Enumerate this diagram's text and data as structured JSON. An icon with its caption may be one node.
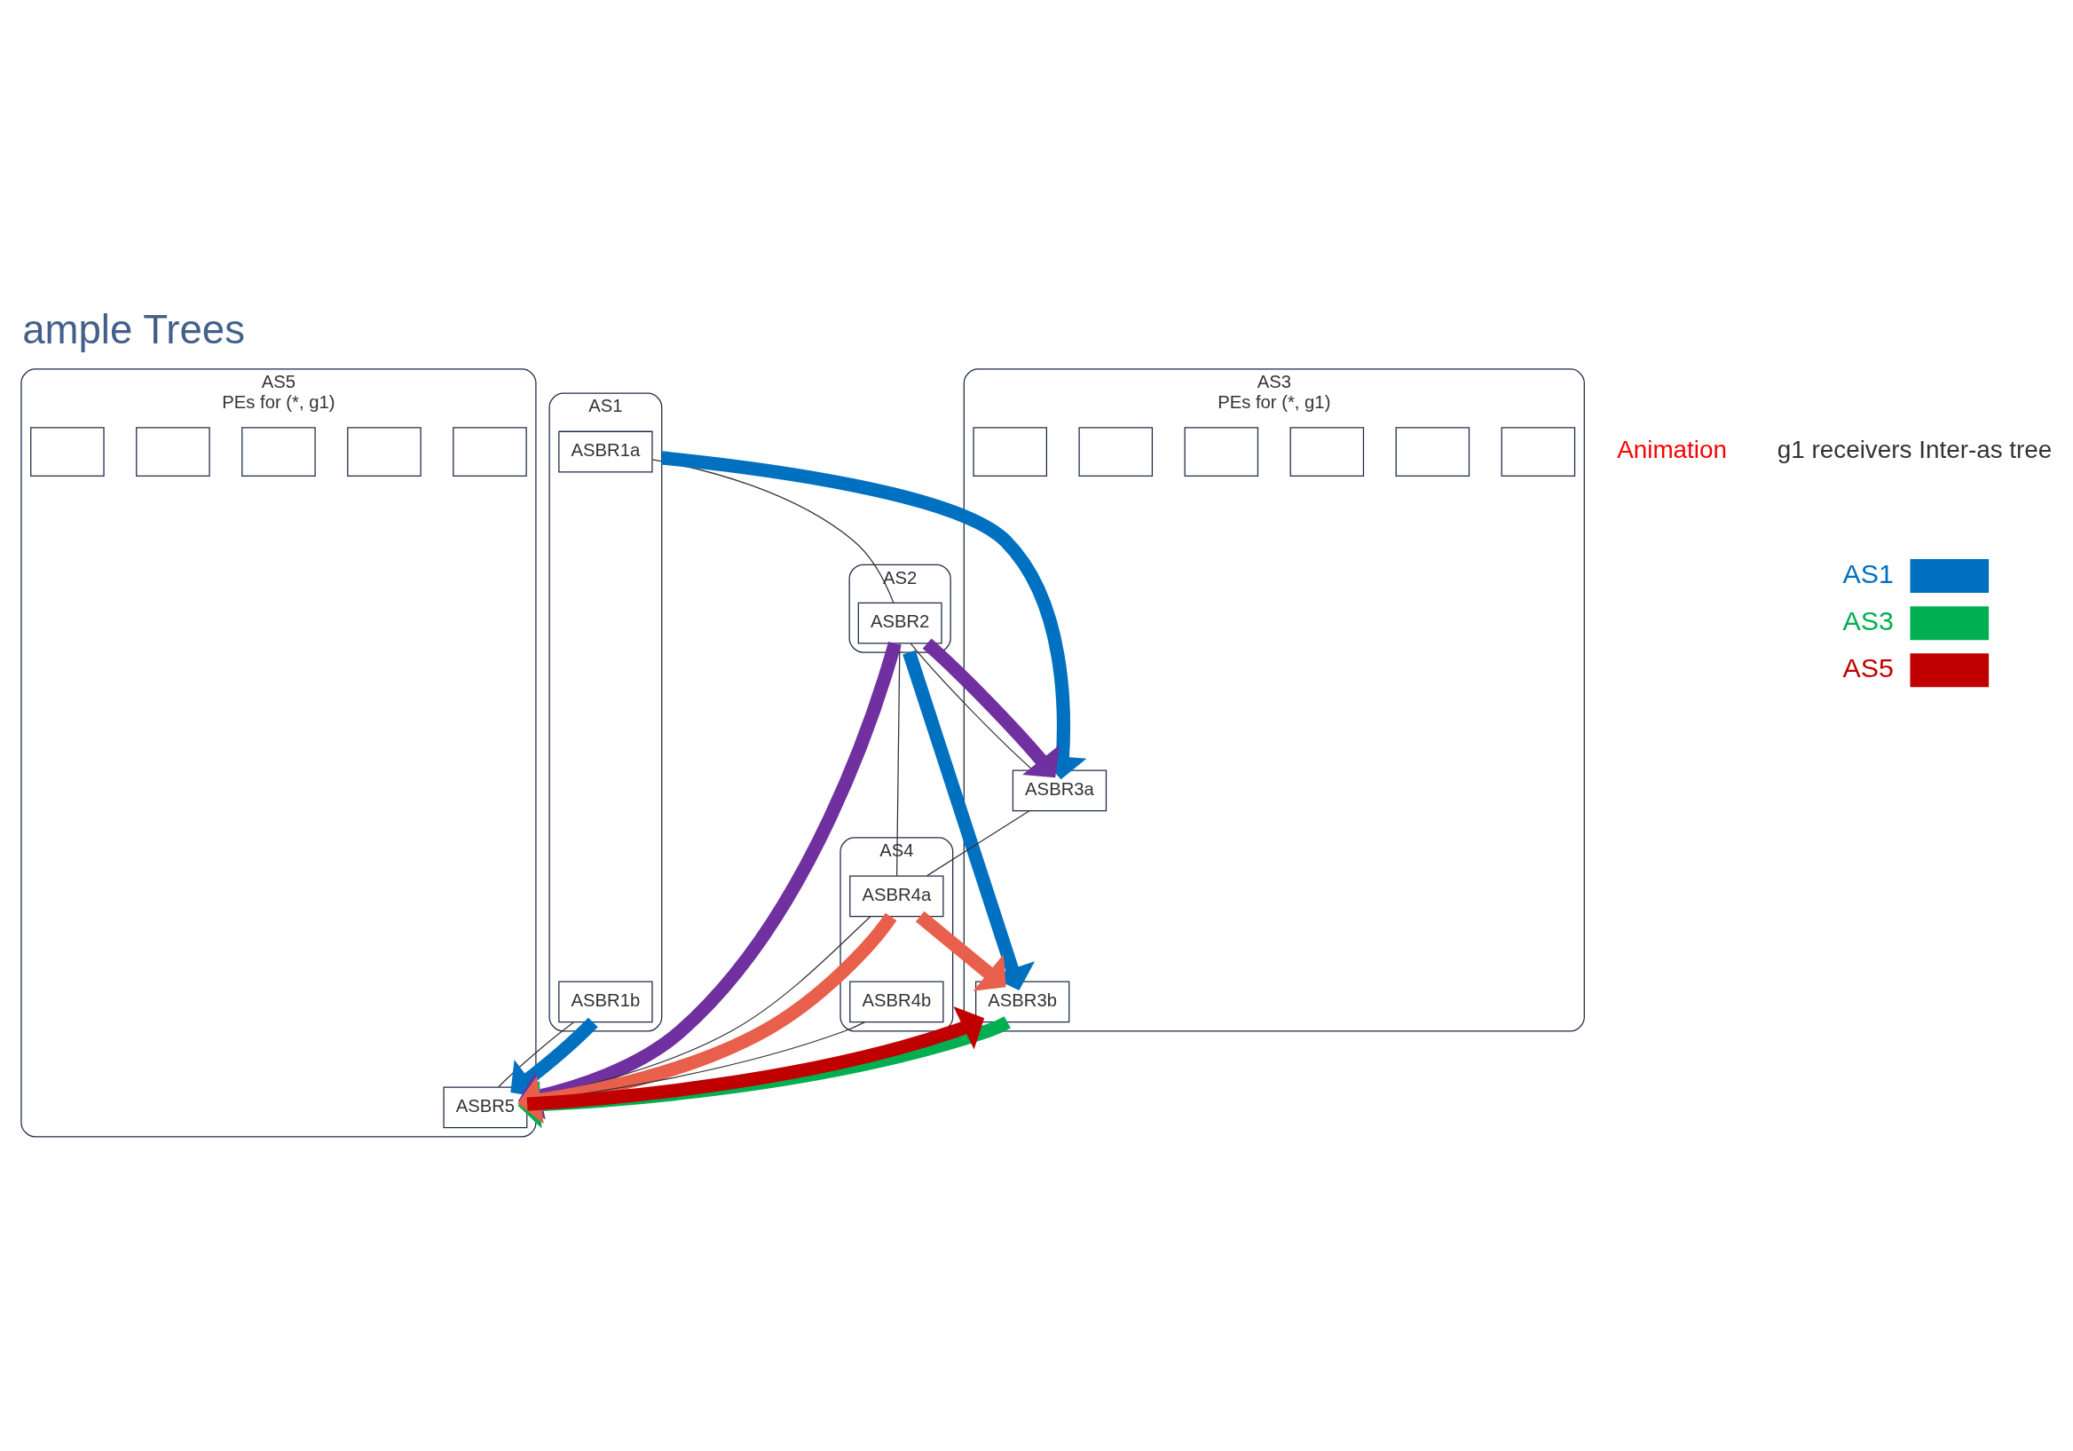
{
  "diagram": {
    "title": "ample Trees",
    "nodes": [
      {
        "text": [
          "AS1"
        ]
      },
      {
        "text": [
          "ASBR1a"
        ],
        "in": 0
      },
      {
        "text": [
          "ASBR1b"
        ],
        "in": 0
      },
      {
        "text": [
          "AS2"
        ]
      },
      {
        "text": [
          "ASBR2"
        ],
        "in": 3
      },
      {
        "text": [
          "AS3",
          "PEs for (*, g1)"
        ]
      },
      {
        "text": [
          "ASBR3a"
        ],
        "in": 5
      },
      {
        "text": [
          "ASBR3b"
        ],
        "in": 5
      },
      {
        "text": [],
        "shape": "box",
        "in": 5
      },
      {
        "text": [],
        "shape": "box",
        "in": 5
      },
      {
        "text": [],
        "shape": "box",
        "in": 5
      },
      {
        "text": [],
        "shape": "box",
        "in": 5
      },
      {
        "text": [],
        "shape": "box",
        "in": 5
      },
      {
        "text": [],
        "shape": "box",
        "in": 5
      },
      {
        "text": [
          "AS4"
        ]
      },
      {
        "text": [
          "ASBR4a"
        ],
        "in": 14
      },
      {
        "text": [
          "ASBR4b"
        ],
        "in": 14
      },
      {
        "text": [
          "AS5",
          "PEs for (*, g1)"
        ]
      },
      {
        "text": [
          "ASBR5"
        ],
        "in": 17
      },
      {
        "text": [],
        "shape": "box",
        "in": 17
      },
      {
        "text": [],
        "shape": "box",
        "in": 17
      },
      {
        "text": [],
        "shape": "box",
        "in": 17
      },
      {
        "text": [],
        "shape": "box",
        "in": 17
      },
      {
        "text": [],
        "shape": "box",
        "in": 17
      }
    ],
    "edges": [
      {
        "from": 1,
        "to": 4,
        "arrow": "none"
      },
      {
        "from": 2,
        "to": 18,
        "arrow": "none"
      },
      {
        "from": 4,
        "to": 6,
        "arrow": "none"
      },
      {
        "from": 4,
        "to": 15,
        "arrow": "none"
      },
      {
        "from": 6,
        "to": 15,
        "arrow": "none"
      },
      {
        "from": 15,
        "to": 18,
        "arrow": "none"
      },
      {
        "from": 16,
        "to": 18,
        "arrow": "none"
      },
      {
        "from": 0,
        "to": 6,
        "arrow": "to",
        "color": "#0070c0"
      },
      {
        "from": 3,
        "to": 7,
        "arrow": "to",
        "color": "#0070c0"
      },
      {
        "from": 2,
        "to": 18,
        "arrow": "to",
        "color": "#0070c0"
      },
      {
        "from": 18,
        "to": 7,
        "arrow": "to",
        "color": "#c00000"
      },
      {
        "from": 4,
        "to": 6,
        "arrow": "to",
        "color": "#7030a0"
      },
      {
        "from": 4,
        "to": 18,
        "arrow": "to",
        "color": "#7030a0"
      },
      {
        "from": 7,
        "to": 18,
        "arrow": "to",
        "color": "#00b050"
      },
      {
        "from": 15,
        "to": 7,
        "arrow": "to",
        "color": "#e8604c"
      },
      {
        "from": 15,
        "to": 18,
        "arrow": "to",
        "color": "#e8604c"
      }
    ],
    "labels": [
      "Animation",
      "g1 receivers Inter-as tree"
    ],
    "legend": [
      {
        "text": "AS1",
        "color": "#0070c0"
      },
      {
        "text": "AS3",
        "color": "#00b050"
      },
      {
        "text": "AS5",
        "color": "#c00000"
      }
    ]
  }
}
